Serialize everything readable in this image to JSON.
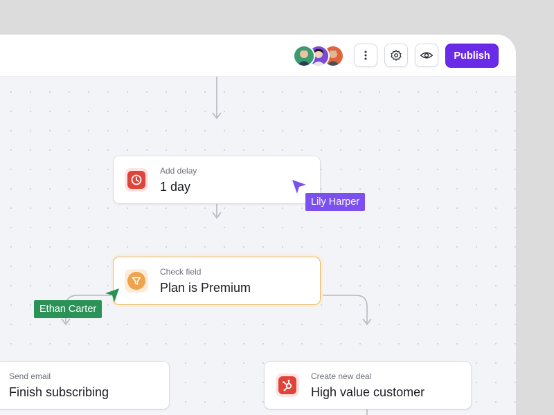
{
  "toolbar": {
    "avatars": [
      {
        "name": "avatar-1",
        "color": "#2e9a6a"
      },
      {
        "name": "avatar-2",
        "color": "#7a4bd8"
      },
      {
        "name": "avatar-3",
        "color": "#e0643a"
      }
    ],
    "buttons": {
      "more": "more-vertical-icon",
      "settings": "gear-icon",
      "preview": "eye-icon"
    },
    "publish_label": "Publish"
  },
  "flow": {
    "delay": {
      "label": "Add delay",
      "value": "1 day",
      "icon": "clock-icon",
      "color": "#e0433a"
    },
    "check": {
      "label": "Check field",
      "value": "Plan is Premium",
      "icon": "filter-icon",
      "color": "#f0a24c"
    },
    "email": {
      "label": "Send email",
      "value": "Finish subscribing"
    },
    "deal": {
      "label": "Create new deal",
      "value": "High value customer",
      "icon": "hubspot-icon",
      "color": "#e0433a"
    }
  },
  "collaborators": {
    "lily": {
      "name": "Lily Harper",
      "color": "#7b4ff0"
    },
    "ethan": {
      "name": "Ethan Carter",
      "color": "#2a9256"
    }
  },
  "colors": {
    "accent": "#6a2be8",
    "canvas": "#f3f4f8"
  }
}
